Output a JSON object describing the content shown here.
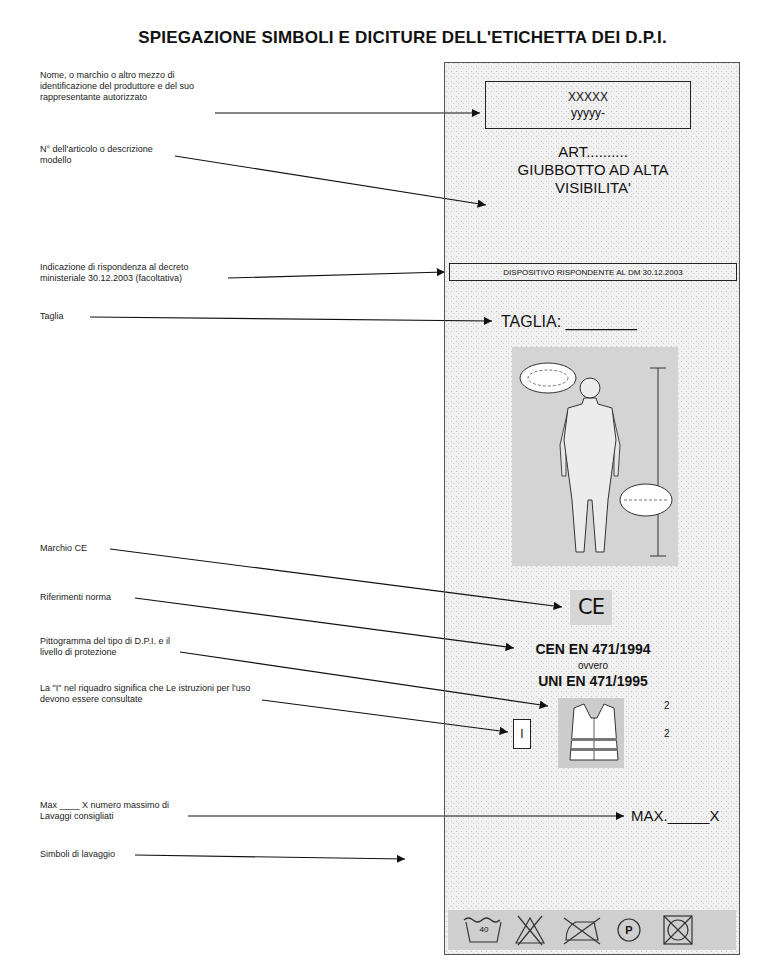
{
  "diagram": {
    "title": "SPIEGAZIONE SIMBOLI E DICITURE DELL'ETICHETTA DEI D.P.I.",
    "nodes": [
      {
        "text": [
          "ART..........",
          "GIUBBOTTO AD ALTA VISIBILITA'",
          "TAGLIA: ________",
          "CEN EN 471/1994",
          "ovvero",
          "UNI EN 471/1995",
          "MAX._____X"
        ]
      },
      {
        "text": [
          "XXXXX",
          "yyyyy-"
        ],
        "in": 0
      },
      {
        "text": [
          "DISPOSITIVO RISPONDENTE AL DM 30.12.2003"
        ],
        "in": 0
      },
      {
        "text": [
          "I"
        ],
        "in": 0
      }
    ],
    "labels": [
      "Nome, o marchio o altro mezzo di identificazione del produttore e del suo rappresentante autorizzato",
      "N° dell'articolo o descrizione modello",
      "Indicazione di rispondenza al decreto ministeriale 30.12.2003 (facoltativa)",
      "Taglia",
      "Marchio CE",
      "Riferimenti norma",
      "Pittogramma del tipo di D.P.I. e il livello di protezione",
      "La \"I\" nel riquadro significa che Le istruzioni per l'uso devono essere consultate",
      "Max ____ X numero massimo di Lavaggi consigliati",
      "Simboli di lavaggio",
      "CE",
      "2",
      "2",
      "40",
      "P"
    ]
  }
}
